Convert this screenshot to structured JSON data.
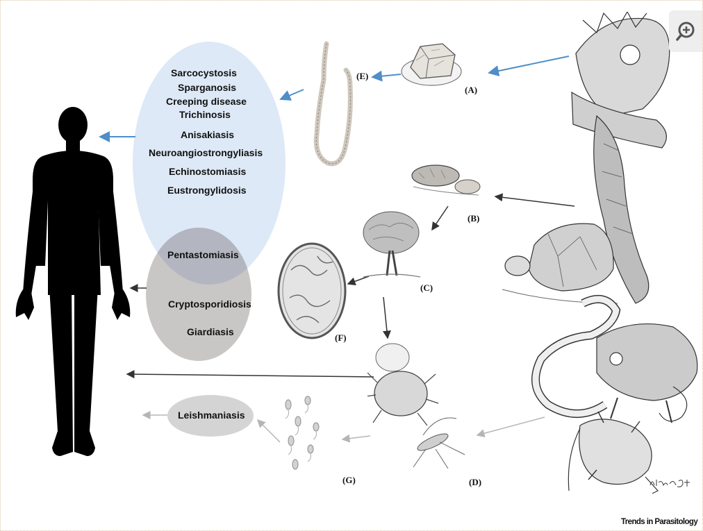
{
  "colors": {
    "upper_ellipse": "#dde9f6",
    "lower_ellipse": "#c9c6c6",
    "overlap": "#b3b6c0",
    "small_ellipse": "#d4d4d4",
    "silhouette": "#000000",
    "arrow_blue": "#4f8ec8",
    "arrow_dark": "#333333",
    "arrow_gray": "#b5b5b5"
  },
  "diseases": {
    "upper": [
      "Sarcocystosis",
      "Sparganosis",
      "Creeping disease",
      "Trichinosis",
      "Anisakiasis",
      "Neuroangiostrongyliasis",
      "Echinostomiasis",
      "Eustrongylidosis"
    ],
    "overlap": "Pentastomiasis",
    "lower": [
      "Cryptosporidiosis",
      "Giardiasis"
    ],
    "small": "Leishmaniasis"
  },
  "panel_labels": {
    "A": "(A)",
    "B": "(B)",
    "C": "(C)",
    "D": "(D)",
    "E": "(E)",
    "F": "(F)",
    "G": "(G)"
  },
  "signature": "Ircau 2020",
  "credit": "Trends in Parasitology",
  "icons": {
    "zoom": "zoom-in-icon",
    "person": "human-silhouette-icon"
  }
}
